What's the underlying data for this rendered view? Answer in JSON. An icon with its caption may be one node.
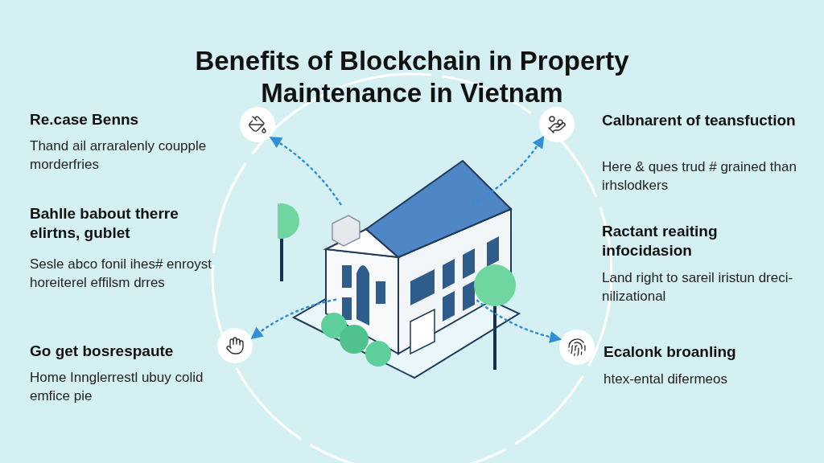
{
  "diagram": {
    "title": "Benefits of Blockchain in Property Maintenance in Vietnam",
    "nodes": [
      {
        "text": [],
        "shape": "picture"
      },
      {
        "text": [],
        "shape": "circle"
      },
      {
        "text": [],
        "shape": "circle"
      },
      {
        "text": [],
        "shape": "circle"
      },
      {
        "text": [],
        "shape": "circle"
      }
    ],
    "edges": [
      {
        "from": 0,
        "to": 1,
        "arrow": "to",
        "style": "dashed"
      },
      {
        "from": 0,
        "to": 2,
        "arrow": "to",
        "style": "dashed"
      },
      {
        "from": 0,
        "to": 3,
        "arrow": "to",
        "style": "dashed"
      },
      {
        "from": 0,
        "to": 4,
        "arrow": "to",
        "style": "dashed"
      }
    ],
    "labels": [
      "Re.case Benns",
      "Thand ail arraralenly coupple morderfries",
      "Bahlle babout therre elirtns, gublet",
      "Sesle abco fonil ihes# enroyst horeiterel effilsm drres",
      "Go get bosrespaute",
      "Home Innglerrestl ubuy colid emfice pie",
      "Calbnarent of teansfuction",
      "Here & ques trud # grained than irhslodkers",
      "Ractant reaiting infocidasion",
      "Land right to sareil iristun dreci-nilizational",
      "Ecalonk broanling",
      "htex-ental difermeos"
    ]
  }
}
